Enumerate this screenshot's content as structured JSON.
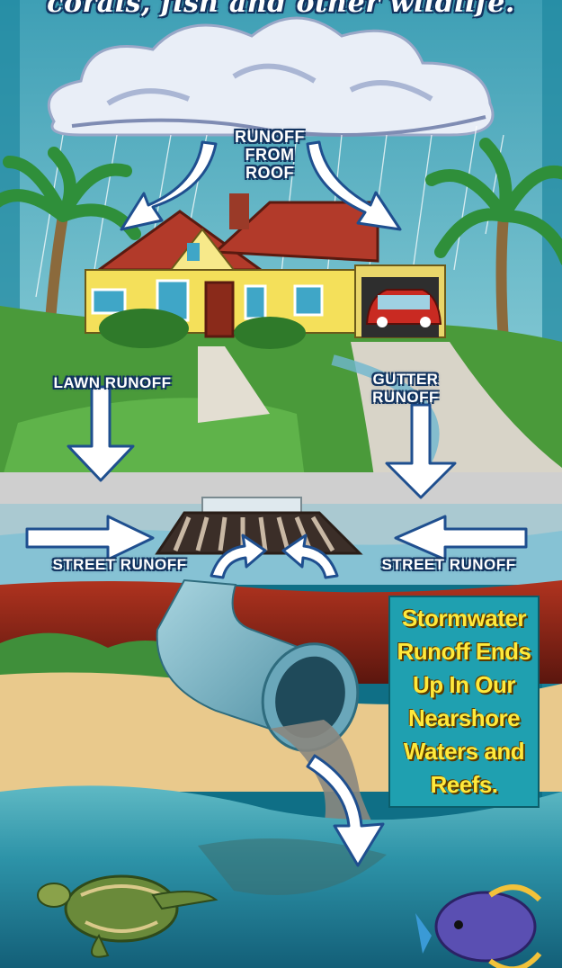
{
  "caption": {
    "top_text": "corals, fish and other wildlife."
  },
  "labels": {
    "roof": "RUNOFF\nFROM\nROOF",
    "lawn": "LAWN RUNOFF",
    "gutter": "GUTTER\nRUNOFF",
    "street_left": "STREET RUNOFF",
    "street_right": "STREET RUNOFF"
  },
  "info_box": {
    "text": "Stormwater Runoff Ends Up In Our Nearshore Waters and Reefs."
  },
  "colors": {
    "sky": "#7fc6d6",
    "ocean": "#1f7f96",
    "arrow_fill": "#ffffff",
    "arrow_outline": "#1f4f8f",
    "label_outline": "#12335f",
    "info_text": "#ffe93b",
    "info_bg": "#1fa0b0",
    "house_wall": "#f4e05a",
    "roof": "#b23a2a",
    "soil": "#8a2a1e",
    "pipe": "#7fb8c8"
  },
  "icons": [
    "rain-cloud-icon",
    "palm-tree-icon",
    "house-icon",
    "car-icon",
    "storm-drain-icon",
    "pipe-icon",
    "sea-turtle-icon",
    "angelfish-icon"
  ]
}
